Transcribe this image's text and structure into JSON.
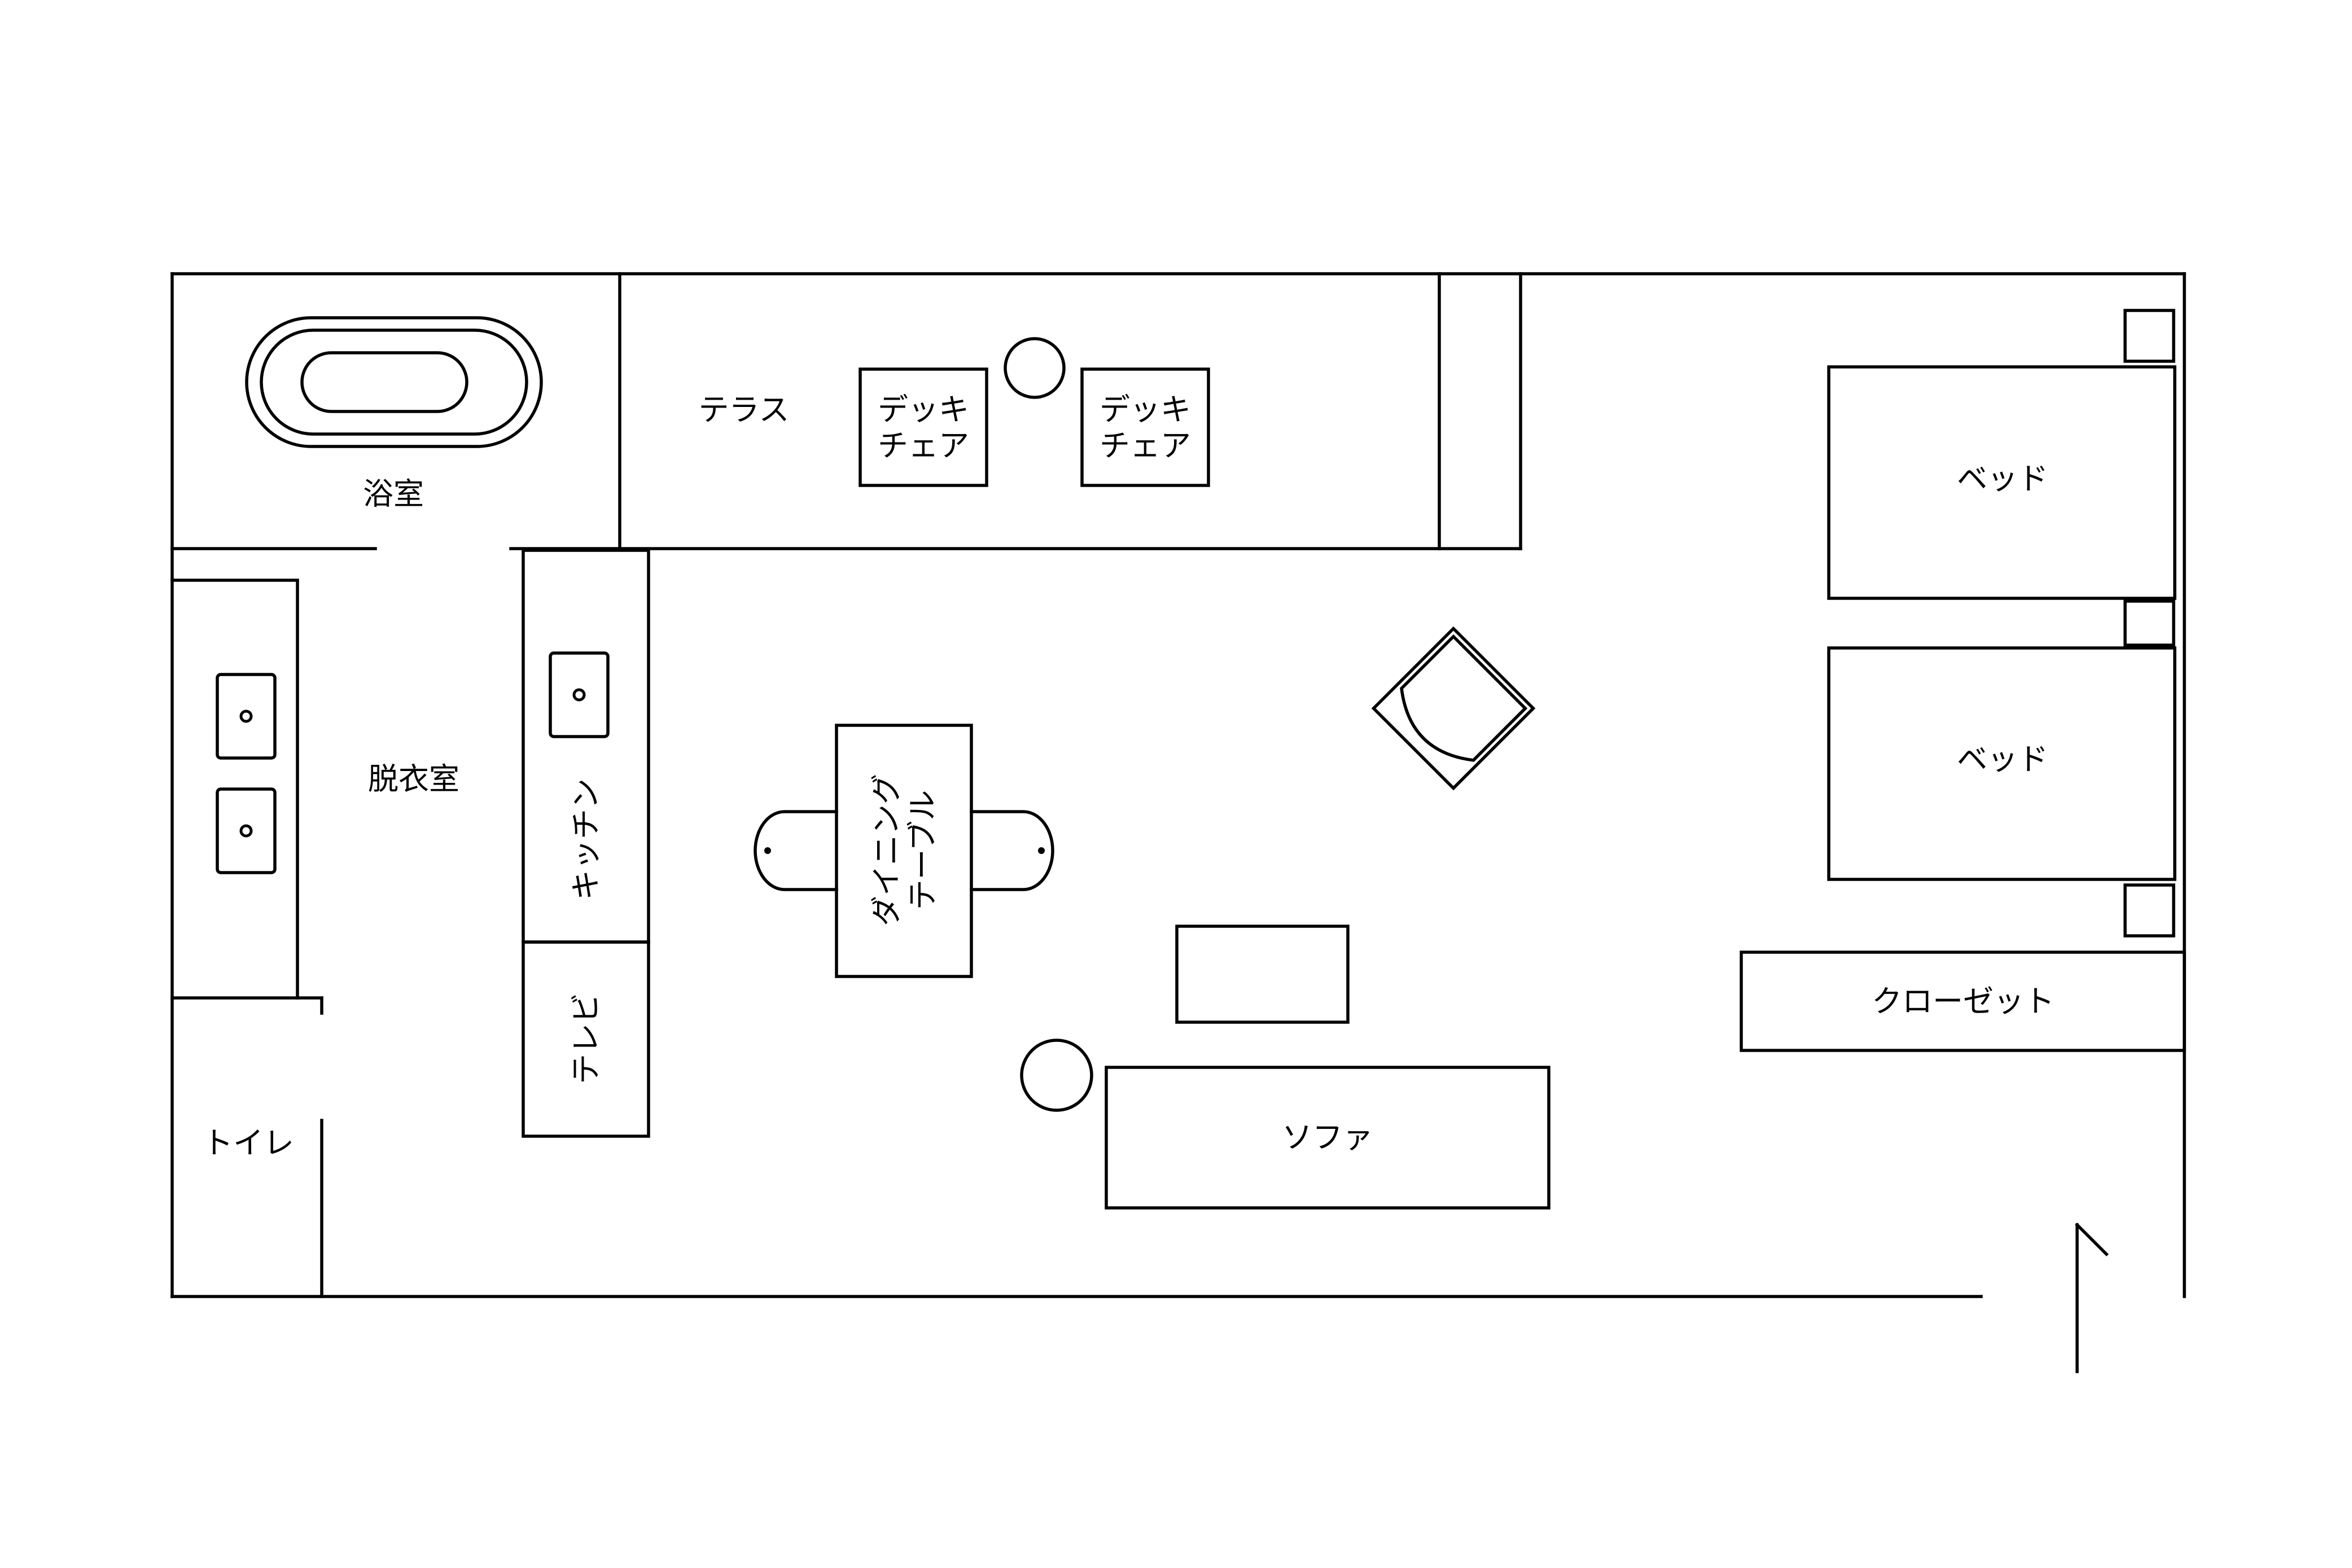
{
  "floorplan": {
    "rooms": {
      "bathroom": "浴室",
      "dressing_room": "脱衣室",
      "toilet": "トイレ",
      "terrace": "テラス"
    },
    "furniture": {
      "deck_chair": "デッキ\nチェア",
      "bed": "ベッド",
      "closet": "クローゼット",
      "kitchen": "キッチン",
      "tv": "テレビ",
      "dining_table": "ダイニング\nテーブル",
      "sofa": "ソファ"
    },
    "colors": {
      "line": "#000000",
      "background": "#ffffff"
    }
  }
}
